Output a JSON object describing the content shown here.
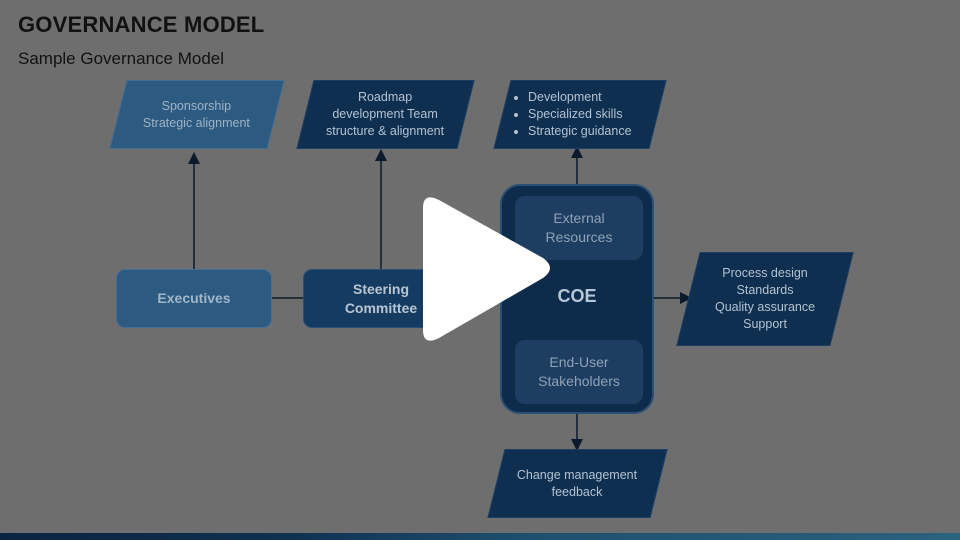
{
  "header": {
    "title": "GOVERNANCE MODEL",
    "subtitle": "Sample Governance Model"
  },
  "diagram": {
    "sponsorship": {
      "line1": "Sponsorship",
      "line2": "Strategic alignment"
    },
    "roadmap": {
      "line1": "Roadmap",
      "line2": "development Team",
      "line3": "structure & alignment"
    },
    "coe_outputs": [
      "Development",
      "Specialized skills",
      "Strategic guidance"
    ],
    "executives": "Executives",
    "steering": {
      "line1": "Steering",
      "line2": "Committee"
    },
    "coe": {
      "label": "COE",
      "external": {
        "line1": "External",
        "line2": "Resources"
      },
      "enduser": {
        "line1": "End-User",
        "line2": "Stakeholders"
      }
    },
    "process": {
      "line1": "Process design",
      "line2": "Standards",
      "line3": "Quality assurance",
      "line4": "Support"
    },
    "change": {
      "line1": "Change management",
      "line2": "feedback"
    }
  },
  "overlay": {
    "play_icon": "play-icon",
    "colors": {
      "overlay": "#6e6e6e",
      "play": "#ffffff",
      "dark_box": "#0f2f51",
      "light_box": "#2d5a80"
    }
  }
}
